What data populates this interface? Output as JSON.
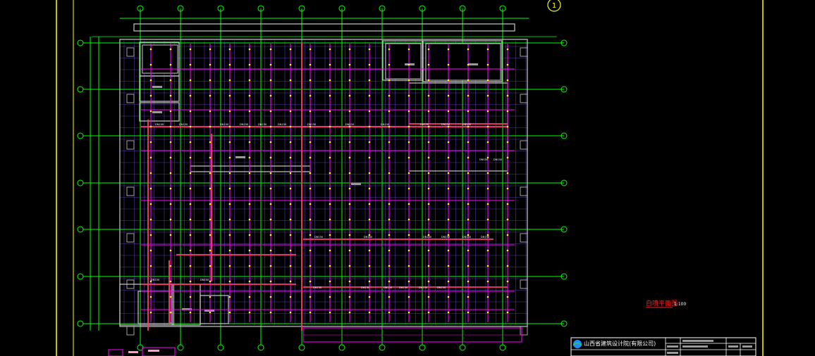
{
  "drawing": {
    "grid_bubble_label": "1",
    "plan_title": "自喷平面图",
    "plan_scale": "1:100",
    "company_name": "山西省建筑设计院(有限公司)",
    "pipe_tags": [
      "DN150",
      "DN150",
      "DN150",
      "DN150",
      "DN150",
      "DN150",
      "DN150",
      "DN150",
      "DN150",
      "DN150",
      "DN150",
      "DN150",
      "DN150",
      "DN150",
      "DN150",
      "DN150",
      "DN150",
      "DN150",
      "DN150",
      "DN150",
      "DN150",
      "DN150",
      "DN150",
      "DN150",
      "DN150",
      "DN150",
      "DN150",
      "DN150"
    ]
  },
  "colors": {
    "background": "#000000",
    "border": "#ffff00",
    "axis": "#00ff00",
    "wall": "#c8c8c8",
    "pipe_branch": "#ff00ff",
    "pipe_main": "#ff3b6b",
    "sprinkler": "#ffff00",
    "grid_purple": "#8a5cff",
    "title": "#ff2020"
  }
}
